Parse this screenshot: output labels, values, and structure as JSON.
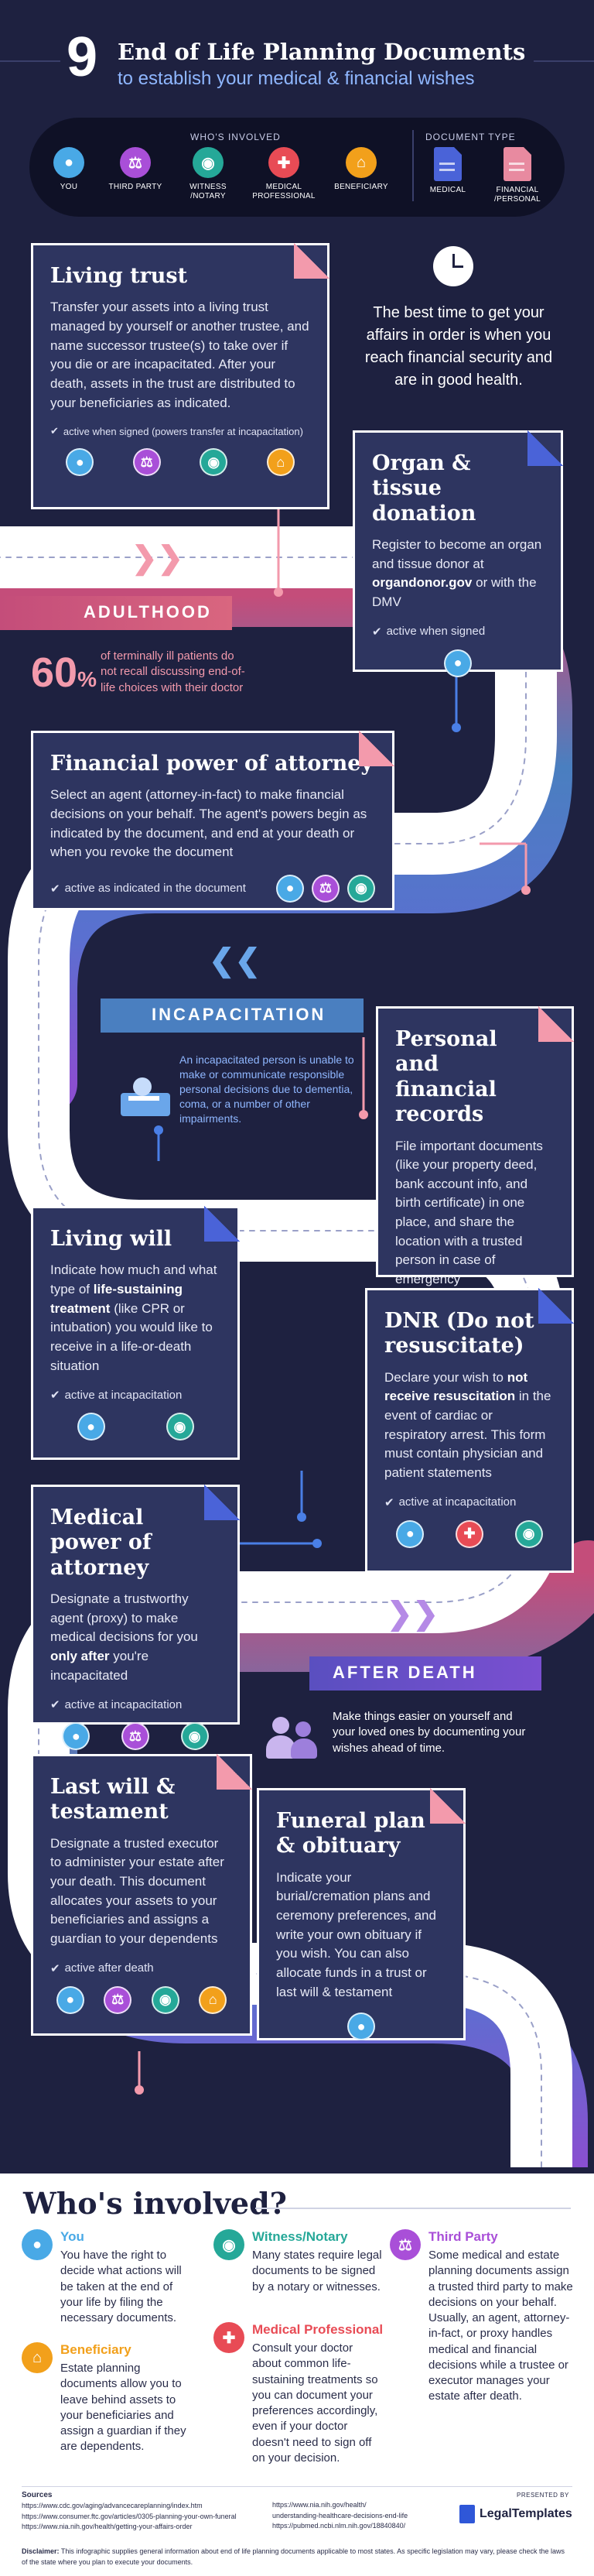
{
  "header": {
    "number": "9",
    "title": "End of Life Planning Documents",
    "subtitle": "to establish your medical & financial wishes"
  },
  "legend": {
    "who_label": "WHO'S INVOLVED",
    "doc_label": "DOCUMENT TYPE",
    "people": [
      {
        "label": "YOU",
        "icon": "person-icon",
        "color": "#49a9e6"
      },
      {
        "label": "THIRD PARTY",
        "icon": "scales-icon",
        "color": "#a94fd8"
      },
      {
        "label": "WITNESS /NOTARY",
        "icon": "eye-icon",
        "color": "#25a898"
      },
      {
        "label": "MEDICAL PROFESSIONAL",
        "icon": "medical-cross-icon",
        "color": "#e84b55"
      },
      {
        "label": "BENEFICIARY",
        "icon": "house-icon",
        "color": "#f2a01b"
      }
    ],
    "docs": [
      {
        "label": "MEDICAL",
        "color": "#4a63d8"
      },
      {
        "label": "FINANCIAL /PERSONAL",
        "color": "#e88aa0"
      }
    ]
  },
  "intro_text": "The best time to get your affairs in order is when you reach financial security and are in good health.",
  "stages": {
    "adulthood": "ADULTHOOD",
    "incapacitation": "INCAPACITATION",
    "after_death": "AFTER DEATH"
  },
  "stat": {
    "value": "60",
    "unit": "%",
    "text": "of terminally ill patients do not recall discussing end-of-life choices with their doctor"
  },
  "incap_text": "An incapacitated person is unable to make or communicate responsible personal decisions due to dementia, coma, or a number of other impairments.",
  "after_text": "Make things easier on yourself and your loved ones by documenting your wishes ahead of time.",
  "cards": {
    "living_trust": {
      "title": "Living trust",
      "body": "Transfer your assets into a living trust managed by yourself or another trustee, and name successor trustee(s) to take over if you die or are incapacitated. After your death, assets in the trust are distributed to your beneficiaries as indicated.",
      "active": "active when signed (powers transfer at incapacitation)"
    },
    "organ": {
      "title": "Organ & tissue donation",
      "body_a": "Register to become an organ and tissue donor at ",
      "body_b": "organdonor.gov",
      "body_c": " or with the DMV",
      "active": "active when signed"
    },
    "fpoa": {
      "title": "Financial power of attorney",
      "body": "Select an agent (attorney-in-fact) to make financial decisions on your behalf. The agent's powers begin as indicated by the document, and end at your death or when you revoke the document",
      "active": "active as indicated in the document"
    },
    "records": {
      "title": "Personal and financial records",
      "body": "File important documents (like your property deed, bank account info, and birth certificate) in one place, and share the location with a trusted person in case of emergency"
    },
    "living_will": {
      "title": "Living will",
      "body_a": "Indicate how much and what type of ",
      "body_b": "life-sustaining treatment",
      "body_c": " (like CPR or intubation) you would like to receive in a life-or-death situation",
      "active": "active at incapacitation"
    },
    "dnr": {
      "title": "DNR (Do not resuscitate)",
      "body_a": "Declare your wish to ",
      "body_b": "not receive resuscitation",
      "body_c": " in the event of cardiac or respiratory arrest. This form must contain physician and patient statements",
      "active": "active at incapacitation"
    },
    "mpoa": {
      "title": "Medical power of attorney",
      "body_a": "Designate a trustworthy agent (proxy) to make medical decisions for you ",
      "body_b": "only after",
      "body_c": " you're incapacitated",
      "active": "active at incapacitation"
    },
    "will": {
      "title": "Last will & testament",
      "body": "Designate a trusted executor to administer your estate after your death. This document allocates your assets to your beneficiaries and assigns a guardian to your dependents",
      "active": "active after death"
    },
    "funeral": {
      "title": "Funeral plan & obituary",
      "body": "Indicate your burial/cremation plans and ceremony preferences, and write your own obituary if you wish. You can also allocate funds in a trust or last will & testament"
    }
  },
  "who": {
    "title": "Who's involved?",
    "items": [
      {
        "name": "You",
        "color": "#49a9e6",
        "text": "You have the right to decide what actions will be taken at the end of your life by filing the necessary documents."
      },
      {
        "name": "Witness/Notary",
        "color": "#25a898",
        "text": "Many states require legal documents to be signed by a notary or witnesses."
      },
      {
        "name": "Third Party",
        "color": "#a94fd8",
        "text": "Some medical and estate planning documents assign a trusted third party to make decisions on your behalf. Usually, an agent, attorney-in-fact, or proxy handles medical and financial decisions while a trustee or executor manages your estate after death."
      },
      {
        "name": "Beneficiary",
        "color": "#f2a01b",
        "text": "Estate planning documents allow you to leave behind assets to your beneficiaries and assign a guardian if they are dependents."
      },
      {
        "name": "Medical Professional",
        "color": "#e84b55",
        "text": "Consult your doctor about common life-sustaining treatments so you can document your preferences accordingly, even if your doctor doesn't need to sign off on your decision."
      }
    ]
  },
  "footer": {
    "sources_label": "Sources",
    "sources_left": [
      "https://www.cdc.gov/aging/advancecareplanning/index.htm",
      "https://www.consumer.ftc.gov/articles/0305-planning-your-own-funeral",
      "https://www.nia.nih.gov/health/getting-your-affairs-order"
    ],
    "sources_right": [
      "https://www.nia.nih.gov/health/",
      "understanding-healthcare-decisions-end-life",
      "https://pubmed.ncbi.nlm.nih.gov/18840840/"
    ],
    "presented_by": "PRESENTED BY",
    "brand": "LegalTemplates",
    "disclaimer_label": "Disclaimer:",
    "disclaimer": " This infographic supplies general information about end of life planning documents applicable to most states. As specific legislation may vary, please check the laws of the state where you plan to execute your documents."
  }
}
